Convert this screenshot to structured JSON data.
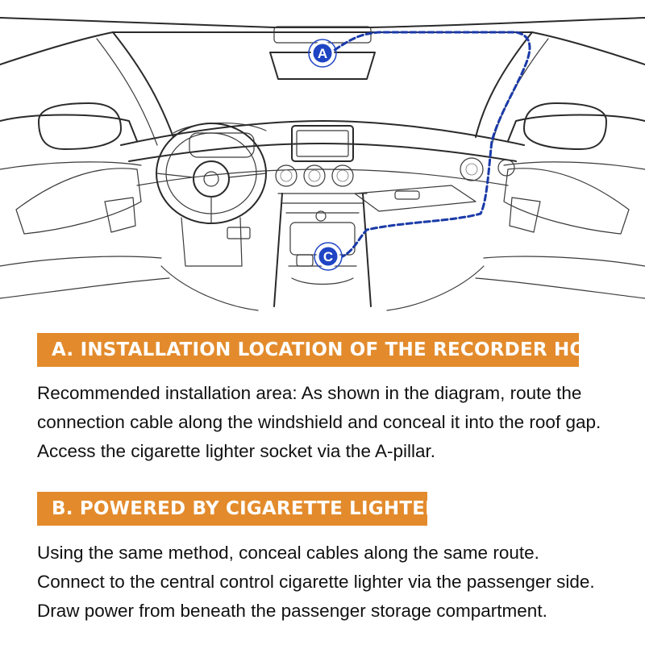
{
  "diagram": {
    "markers": [
      {
        "label": "A"
      },
      {
        "label": "C"
      }
    ],
    "cable_color": "#1a3aa8",
    "marker_color": "#1f45c4"
  },
  "section_a": {
    "header": "A. INSTALLATION LOCATION OF THE RECORDER HOST",
    "lines": [
      "Recommended installation area: As shown in the diagram, route the",
      "connection cable along the windshield and conceal it into the roof gap.",
      "Access the cigarette lighter socket via the A-pillar."
    ]
  },
  "section_b": {
    "header": "B. POWERED BY CIGARETTE LIGHTER",
    "lines": [
      "Using the same method, conceal cables along the same route.",
      "Connect to the central control cigarette lighter via the passenger side.",
      "Draw power from beneath the passenger storage compartment."
    ]
  },
  "colors": {
    "header_bg": "#e38b2c",
    "header_text": "#ffffff",
    "body_text": "#111111"
  }
}
